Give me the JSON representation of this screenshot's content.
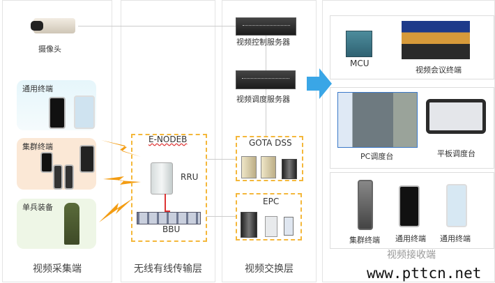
{
  "columns": [
    "视频采集端",
    "无线有线传输层",
    "视频交换层",
    "视频接收端"
  ],
  "collect": {
    "camera": "摄像头",
    "general_terminal": "通用终端",
    "cluster_terminal": "集群终端",
    "soldier_equipment": "单兵装备"
  },
  "transport": {
    "enodeb": "E-NODEB",
    "rru": "RRU",
    "bbu": "BBU"
  },
  "exchange": {
    "control_server": "视频控制服务器",
    "dispatch_server": "视频调度服务器",
    "gota": "GOTA DSS",
    "epc": "EPC"
  },
  "receive": {
    "mcu": "MCU",
    "conference": "视频会议终端",
    "pc_console": "PC调度台",
    "tablet_console": "平板调度台",
    "cluster_terminal": "集群终端",
    "general_terminal_1": "通用终端",
    "general_terminal_2": "通用终端"
  },
  "watermark": "www.pttcn.net",
  "colors": {
    "accent_dashed": "#f4b73a",
    "arrow": "#3aa6e6",
    "bolt": "#f39c12"
  }
}
